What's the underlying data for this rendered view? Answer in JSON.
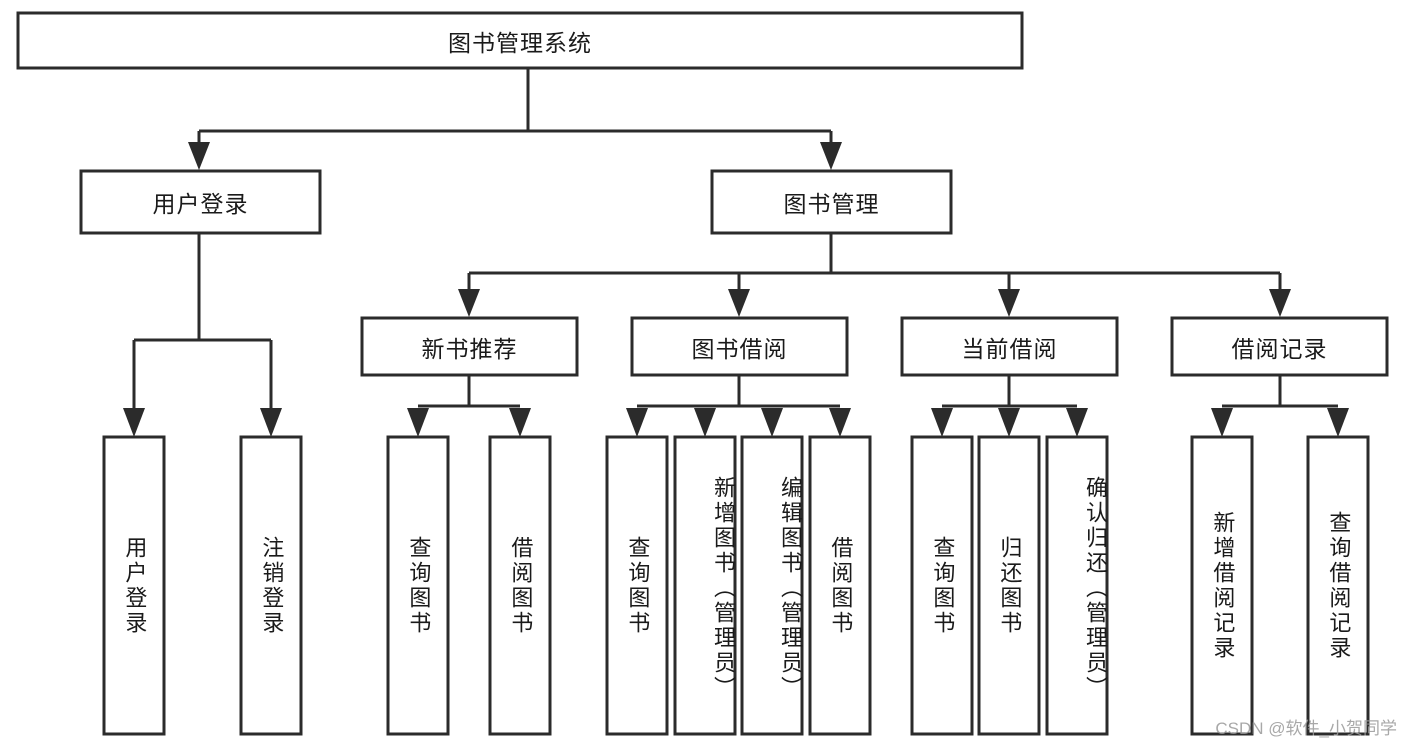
{
  "diagram": {
    "title": "图书管理系统",
    "type": "tree",
    "watermark": "CSDN @软件_小贺同学",
    "colors": {
      "stroke": "#2b2b2b",
      "fill": "#ffffff",
      "text": "#1a1a1a",
      "watermark": "#9a9a9a",
      "background": "#ffffff"
    },
    "root": {
      "label": "图书管理系统"
    },
    "level2": [
      {
        "label": "用户登录"
      },
      {
        "label": "图书管理"
      }
    ],
    "level3": [
      {
        "label": "新书推荐"
      },
      {
        "label": "图书借阅"
      },
      {
        "label": "当前借阅"
      },
      {
        "label": "借阅记录"
      }
    ],
    "leaves": {
      "user_login": [
        {
          "label": "用户登录"
        },
        {
          "label": "注销登录"
        }
      ],
      "new_book": [
        {
          "label": "查询图书"
        },
        {
          "label": "借阅图书"
        }
      ],
      "book_borrow": [
        {
          "label": "查询图书"
        },
        {
          "label": "新增图书（管理员）"
        },
        {
          "label": "编辑图书（管理员）"
        },
        {
          "label": "借阅图书"
        }
      ],
      "current_borrow": [
        {
          "label": "查询图书"
        },
        {
          "label": "归还图书"
        },
        {
          "label": "确认归还（管理员）"
        }
      ],
      "borrow_record": [
        {
          "label": "新增借阅记录"
        },
        {
          "label": "查询借阅记录"
        }
      ]
    }
  }
}
